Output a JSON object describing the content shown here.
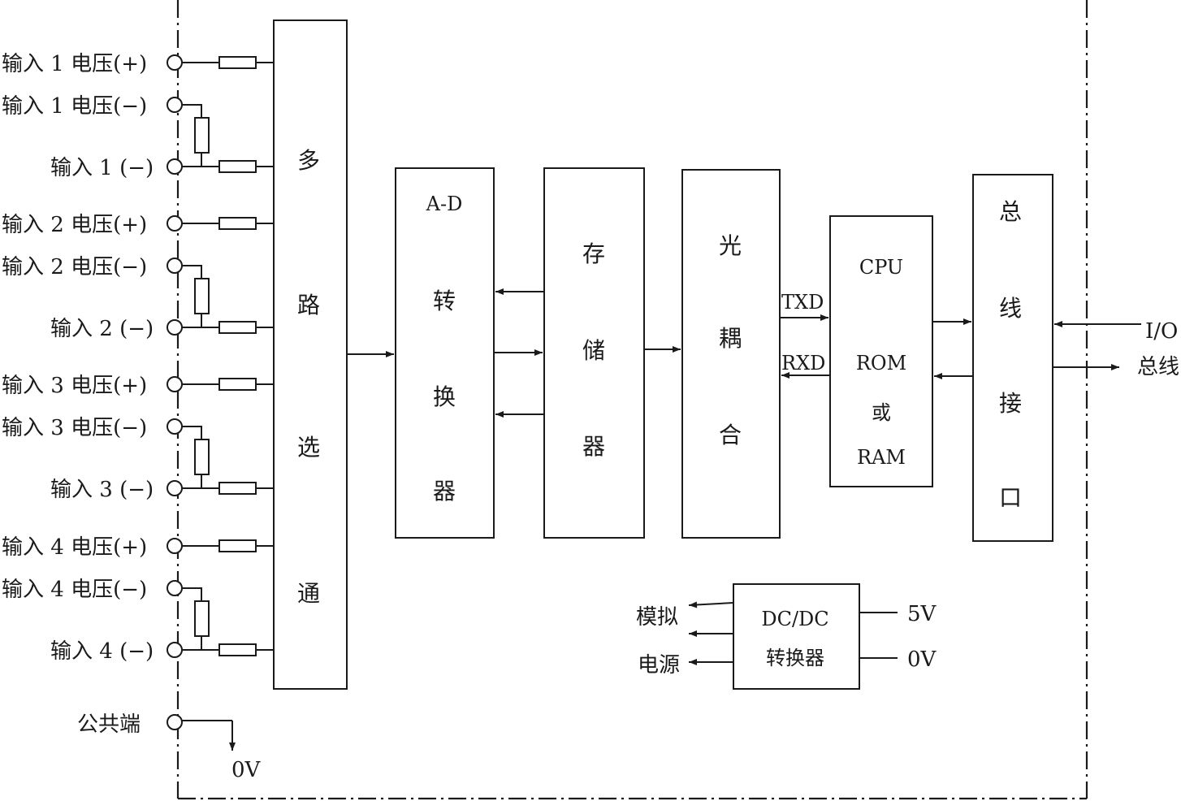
{
  "inputs": [
    {
      "label": "输入 1 电压(+)"
    },
    {
      "label": "输入 1 电压(−)"
    },
    {
      "label": "输入 1 (−)"
    },
    {
      "label": "输入 2 电压(+)"
    },
    {
      "label": "输入 2 电压(−)"
    },
    {
      "label": "输入 2 (−)"
    },
    {
      "label": "输入 3 电压(+)"
    },
    {
      "label": "输入 3 电压(−)"
    },
    {
      "label": "输入 3 (−)"
    },
    {
      "label": "输入 4 电压(+)"
    },
    {
      "label": "输入 4 电压(−)"
    },
    {
      "label": "输入 4 (−)"
    }
  ],
  "common": {
    "label": "公共端",
    "ground": "0V"
  },
  "blocks": {
    "mux": {
      "chars": [
        "多",
        "路",
        "选",
        "通"
      ]
    },
    "adc": {
      "line1": "A-D",
      "chars": [
        "转",
        "换",
        "器"
      ]
    },
    "memory": {
      "chars": [
        "存",
        "储",
        "器"
      ]
    },
    "optocoupler": {
      "chars": [
        "光",
        "耦",
        "合"
      ]
    },
    "cpu": {
      "line1": "CPU",
      "line2": "ROM",
      "line3": "或",
      "line4": "RAM"
    },
    "bus_interface": {
      "chars": [
        "总",
        "线",
        "接",
        "口"
      ]
    },
    "dcdc": {
      "line1": "DC/DC",
      "line2": "转换器"
    }
  },
  "signals": {
    "txd": "TXD",
    "rxd": "RXD"
  },
  "io_bus": {
    "line1": "I/O",
    "line2": "总线"
  },
  "power": {
    "analog_line1": "模拟",
    "analog_line2": "电源",
    "v5": "5V",
    "v0": "0V"
  }
}
